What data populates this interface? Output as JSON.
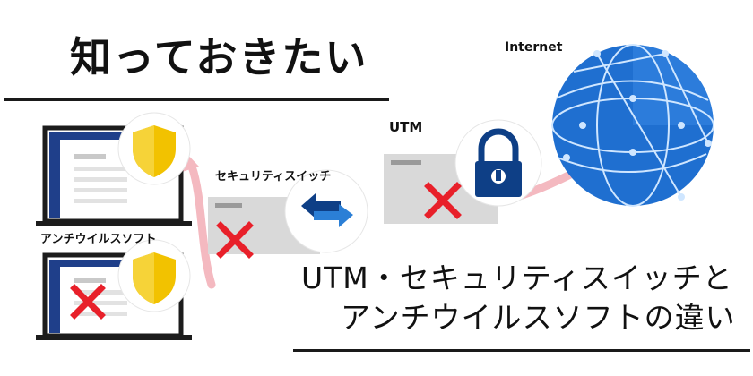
{
  "title": "知っておきたい",
  "labels": {
    "internet": "Internet",
    "utm": "UTM",
    "security_switch": "セキュリティスイッチ",
    "antivirus": "アンチウイルスソフト"
  },
  "caption": {
    "line1": "UTM・セキュリティスイッチと",
    "line2": "アンチウイルスソフトの違い"
  },
  "colors": {
    "accent_red": "#e8202a",
    "globe_blue": "#1f6fd0",
    "shield_yellow": "#f2c200",
    "arrow_pink": "#f4b9c0",
    "lock_navy": "#0e3f86"
  },
  "icons": [
    "globe-icon",
    "lock-icon",
    "shield-icon",
    "switch-arrows-icon",
    "laptop-icon",
    "x-mark-icon"
  ]
}
